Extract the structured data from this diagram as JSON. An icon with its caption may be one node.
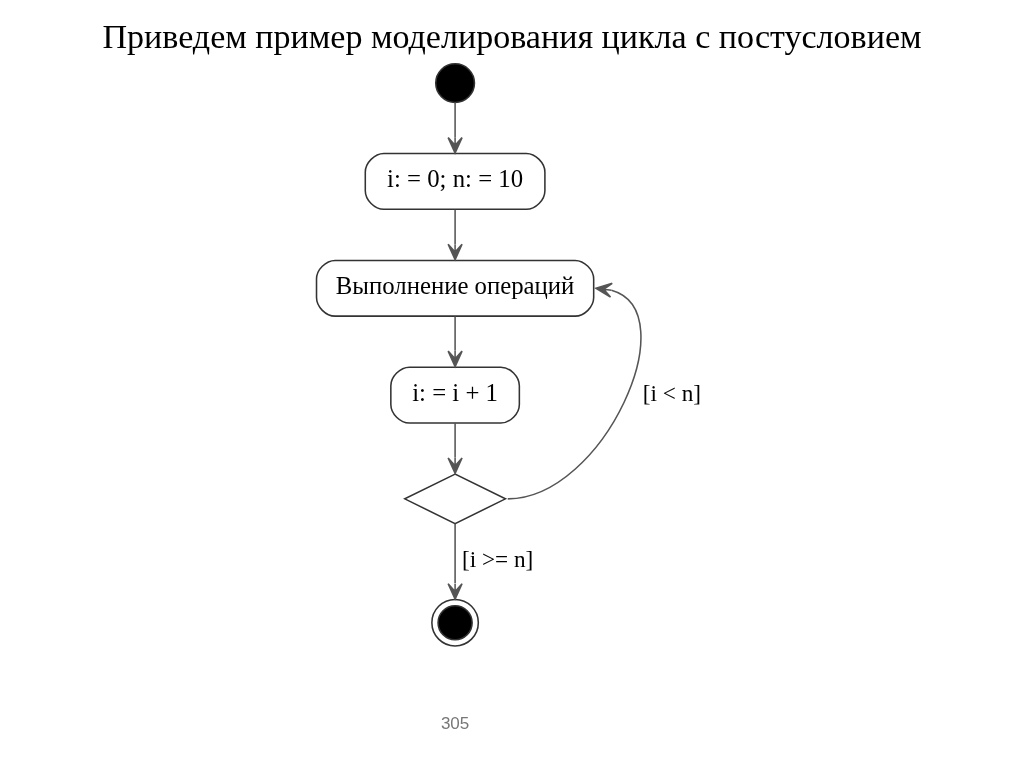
{
  "diagram": {
    "title": "Приведем пример моделирования цикла с постусловием",
    "nodes": [
      {
        "text": [],
        "shape": "circle"
      },
      {
        "text": [
          "i: = 0; n: = 10"
        ]
      },
      {
        "text": [
          "Выполнение операций"
        ]
      },
      {
        "text": [
          "i: = i + 1"
        ]
      },
      {
        "text": [],
        "shape": "diamond"
      },
      {
        "text": [],
        "shape": "circle"
      }
    ],
    "edges": [
      {
        "from": 0,
        "to": 1,
        "arrow": "to"
      },
      {
        "from": 1,
        "to": 2,
        "arrow": "to"
      },
      {
        "from": 2,
        "to": 3,
        "arrow": "to"
      },
      {
        "from": 3,
        "to": 4,
        "arrow": "to"
      },
      {
        "from": 4,
        "to": 2,
        "arrow": "to",
        "label": "[i < n]"
      },
      {
        "from": 4,
        "to": 5,
        "arrow": "to",
        "label": "[i >= n]"
      }
    ],
    "labels": [
      "305"
    ]
  }
}
